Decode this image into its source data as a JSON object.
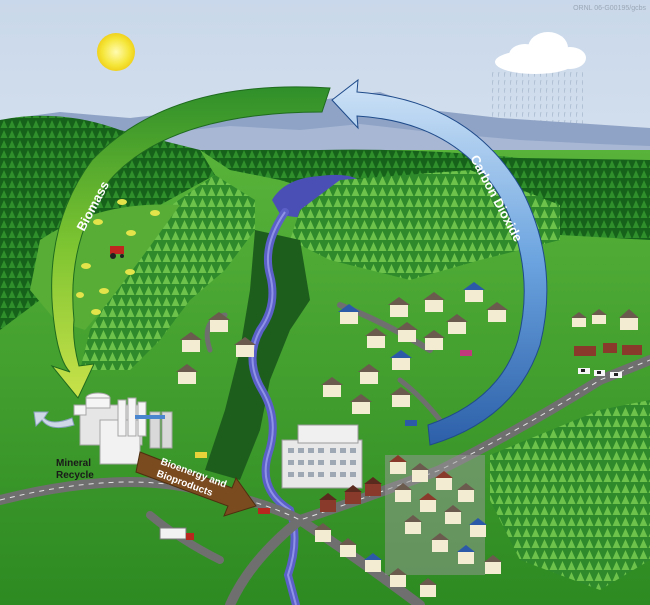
{
  "credit": "ORNL 06-G00195/gcbs",
  "labels": {
    "biomass": "Biomass",
    "carbon_dioxide": "Carbon Dioxide",
    "mineral_recycle_line1": "Mineral",
    "mineral_recycle_line2": "Recycle",
    "bioenergy_line1": "Bioenergy and",
    "bioenergy_line2": "Bioproducts"
  },
  "colors": {
    "sky": "#dfe8f2",
    "sun": "#f5e63a",
    "grass": "#3f9a2c",
    "forest": "#1f6b1f",
    "river": "#5b5fc8",
    "biomass_arrow": "#7cc431",
    "co2_arrow": "#4a86cf",
    "bioenergy_arrow": "#7a4b1e"
  }
}
